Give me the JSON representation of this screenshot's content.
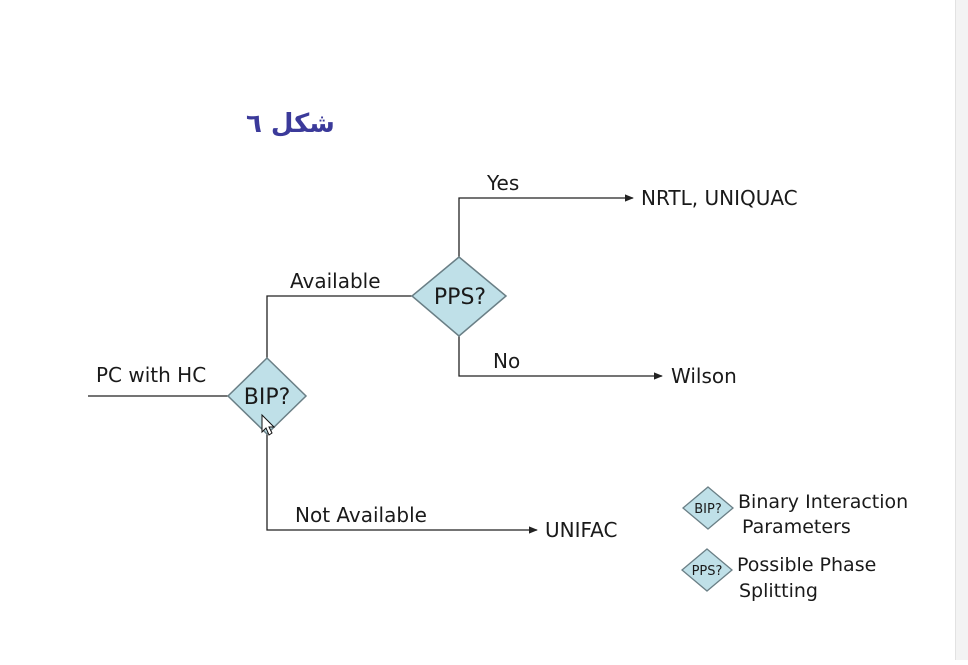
{
  "title": "شکل ٦",
  "colors": {
    "title": "#3b3a9a",
    "diamond_fill": "#bfe0e8",
    "diamond_stroke": "#6a7f86",
    "line": "#222222"
  },
  "nodes": {
    "input": "PC with HC",
    "bip": "BIP?",
    "pps": "PPS?"
  },
  "edges": {
    "available": "Available",
    "not_available": "Not Available",
    "yes": "Yes",
    "no": "No"
  },
  "outputs": {
    "nrtl": "NRTL, UNIQUAC",
    "wilson": "Wilson",
    "unifac": "UNIFAC"
  },
  "legend": [
    {
      "abbr": "BIP?",
      "line1": "Binary Interaction",
      "line2": "Parameters"
    },
    {
      "abbr": "PPS?",
      "line1": "Possible Phase",
      "line2": "Splitting"
    }
  ]
}
